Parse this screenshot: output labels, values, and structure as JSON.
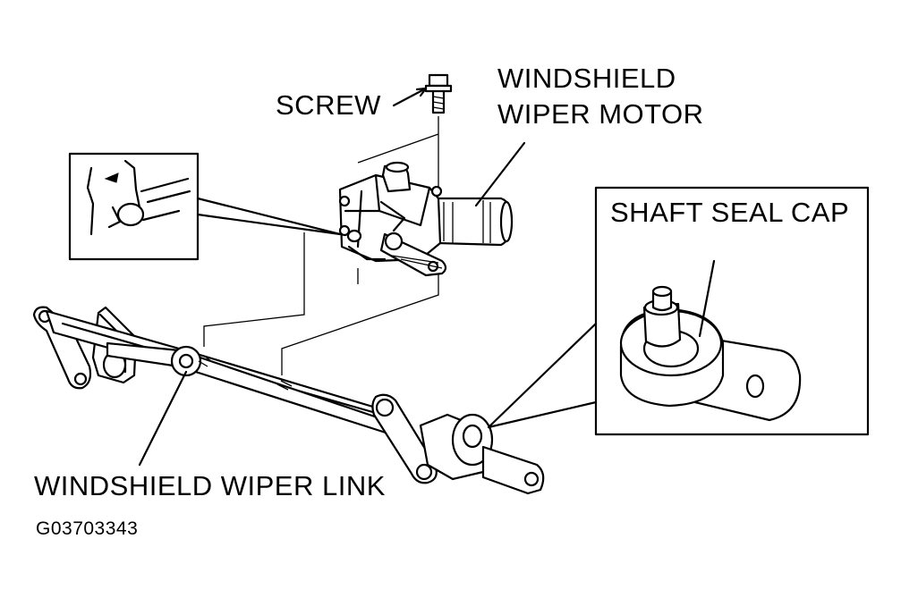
{
  "labels": {
    "screw": "SCREW",
    "motor_line1": "WINDSHIELD",
    "motor_line2": "WIPER MOTOR",
    "shaft_seal_cap": "SHAFT SEAL CAP",
    "wiper_link": "WINDSHIELD WIPER LINK",
    "figure_code": "G03703343"
  }
}
